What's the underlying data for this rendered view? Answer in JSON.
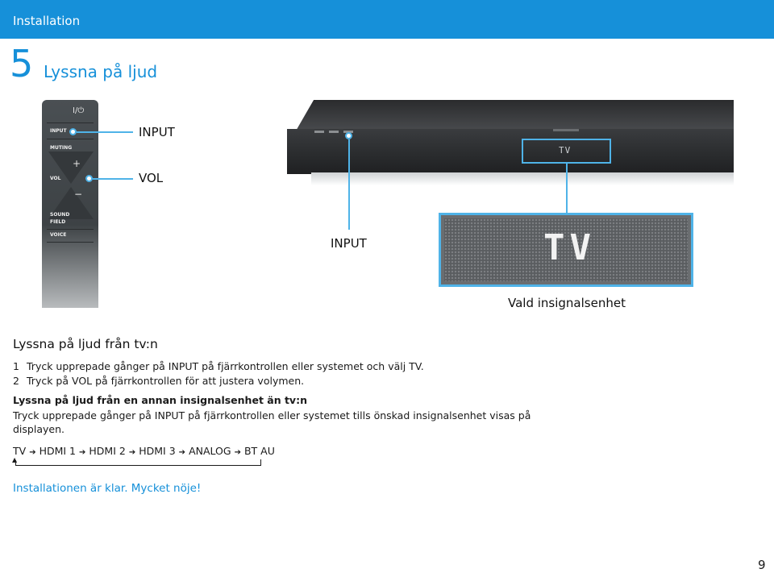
{
  "header": {
    "title": "Installation"
  },
  "section": {
    "number": "5",
    "title": "Lyssna på ljud"
  },
  "remote": {
    "power_symbol": "I/⏻",
    "input_label": "INPUT",
    "muting_label": "MUTING",
    "plus_symbol": "+",
    "vol_label": "VOL",
    "minus_symbol": "−",
    "sound_field_label": "SOUND\nFIELD",
    "voice_label": "VOICE"
  },
  "callouts": {
    "input_remote": "INPUT",
    "vol_remote": "VOL",
    "input_unit": "INPUT",
    "selected_source": "Vald insignalsenhet"
  },
  "display": {
    "small_text": "TV",
    "large_text": "TV"
  },
  "content": {
    "sub_heading": "Lyssna på ljud från tv:n",
    "steps": [
      {
        "num": "1",
        "text": "Tryck upprepade gånger på INPUT på fjärrkontrollen eller systemet och välj TV."
      },
      {
        "num": "2",
        "text": "Tryck på VOL på fjärrkontrollen för att justera volymen."
      }
    ],
    "other_heading": "Lyssna på ljud från en annan insignalsenhet än tv:n",
    "other_text": "Tryck upprepade gånger på INPUT på fjärrkontrollen eller systemet tills önskad insignalsenhet visas på displayen.",
    "sequence": [
      "TV",
      "HDMI 1",
      "HDMI 2",
      "HDMI 3",
      "ANALOG",
      "BT AU"
    ],
    "closing": "Installationen är klar. Mycket nöje!"
  },
  "page_number": "9",
  "colors": {
    "accent": "#1690d9",
    "callout": "#4fb3e8"
  },
  "icons": {
    "sequence_arrow": "arrow-right-icon",
    "loop_arrow": "arrow-up-icon"
  }
}
